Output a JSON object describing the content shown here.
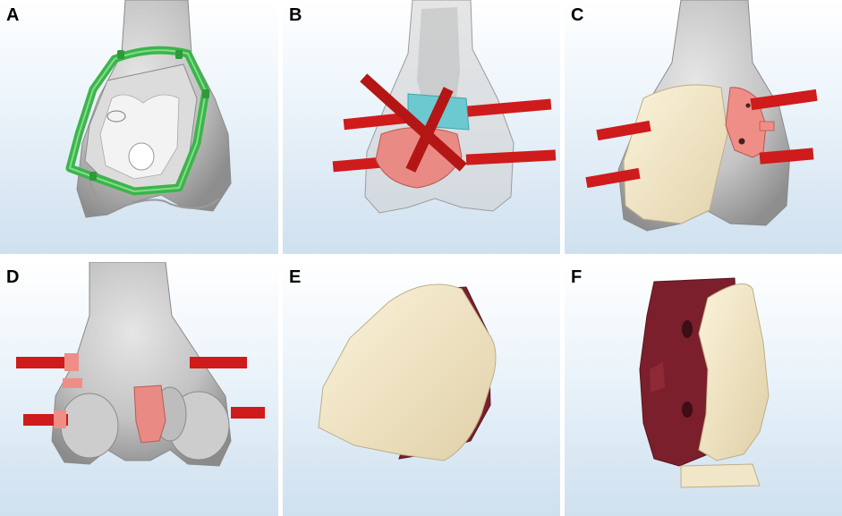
{
  "colors": {
    "bone": "#c9c9c9",
    "bone_dark": "#8f8f8f",
    "guide_green": "#3cb54a",
    "pin_red": "#d01818",
    "guide_salmon": "#e98b84",
    "cyan": "#6cc9cf",
    "cream": "#f1e6c7",
    "maroon": "#7a1f2b",
    "background_top": "#ffffff",
    "background_bottom": "#cfe0ef"
  },
  "panels": [
    {
      "label": "A",
      "icon": "bone-with-green-resection-guide"
    },
    {
      "label": "B",
      "icon": "translucent-bone-with-pins-and-implant"
    },
    {
      "label": "C",
      "icon": "bone-with-cream-implant-and-salmon-guide"
    },
    {
      "label": "D",
      "icon": "posterior-bone-with-pins"
    },
    {
      "label": "E",
      "icon": "cream-implant-model"
    },
    {
      "label": "F",
      "icon": "maroon-guide-with-cream-implant"
    }
  ]
}
